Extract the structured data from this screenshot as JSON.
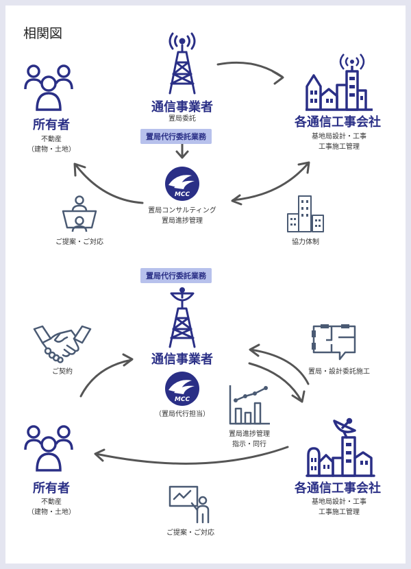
{
  "title": "相関図",
  "colors": {
    "navy": "#2a2f86",
    "arrow": "#555555",
    "badge_bg": "#b7c1ec",
    "icon_gray": "#4a5a73"
  },
  "top": {
    "carrier": {
      "name": "通信事業者",
      "sub": "置局委託"
    },
    "badge": "置局代行委託業務",
    "owner": {
      "name": "所有者",
      "sub1": "不動産",
      "sub2": "（建物・土地）"
    },
    "contractors": {
      "name": "各通信工事会社",
      "sub1": "基地局設計・工事",
      "sub2": "工事施工管理"
    },
    "mcc": {
      "logo": "MCC",
      "sub1": "置局コンサルティング",
      "sub2": "置局進捗管理"
    },
    "proposal": "ご提案・ご対応",
    "cooperation": "協力体制"
  },
  "bottom": {
    "badge": "置局代行委託業務",
    "carrier": {
      "name": "通信事業者"
    },
    "mcc": {
      "logo": "MCC",
      "sub": "（置局代行担当）"
    },
    "contract": "ご契約",
    "design": "置局・設計委託施工",
    "progress1": "置局進捗管理",
    "progress2": "指示・同行",
    "owner": {
      "name": "所有者",
      "sub1": "不動産",
      "sub2": "（建物・土地）"
    },
    "contractors": {
      "name": "各通信工事会社",
      "sub1": "基地局設計・工事",
      "sub2": "工事施工管理"
    },
    "proposal": "ご提案・ご対応"
  }
}
